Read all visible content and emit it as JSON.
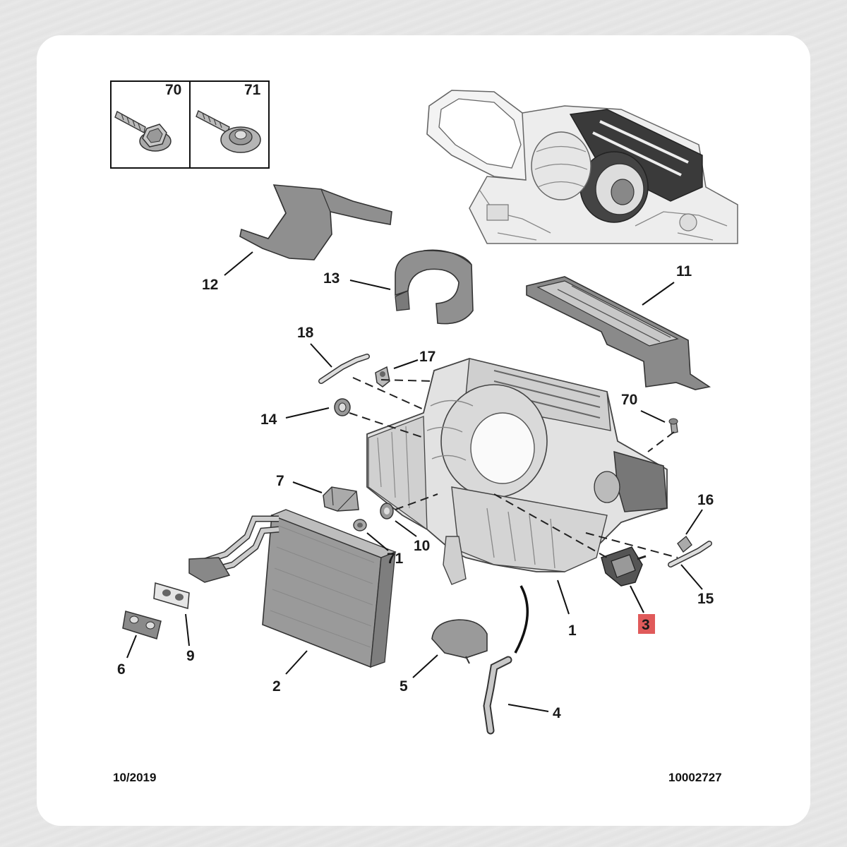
{
  "callouts": {
    "c1": "1",
    "c2": "2",
    "c3": "3",
    "c4": "4",
    "c5": "5",
    "c6": "6",
    "c7": "7",
    "c9": "9",
    "c10": "10",
    "c11": "11",
    "c12": "12",
    "c13": "13",
    "c14": "14",
    "c15": "15",
    "c16": "16",
    "c17": "17",
    "c18": "18",
    "c70": "70",
    "c71": "71"
  },
  "inset": {
    "box70": "70",
    "box71": "71"
  },
  "footer": {
    "date": "10/2019",
    "ref": "10002727"
  },
  "highlight_color": "#e05a5a"
}
